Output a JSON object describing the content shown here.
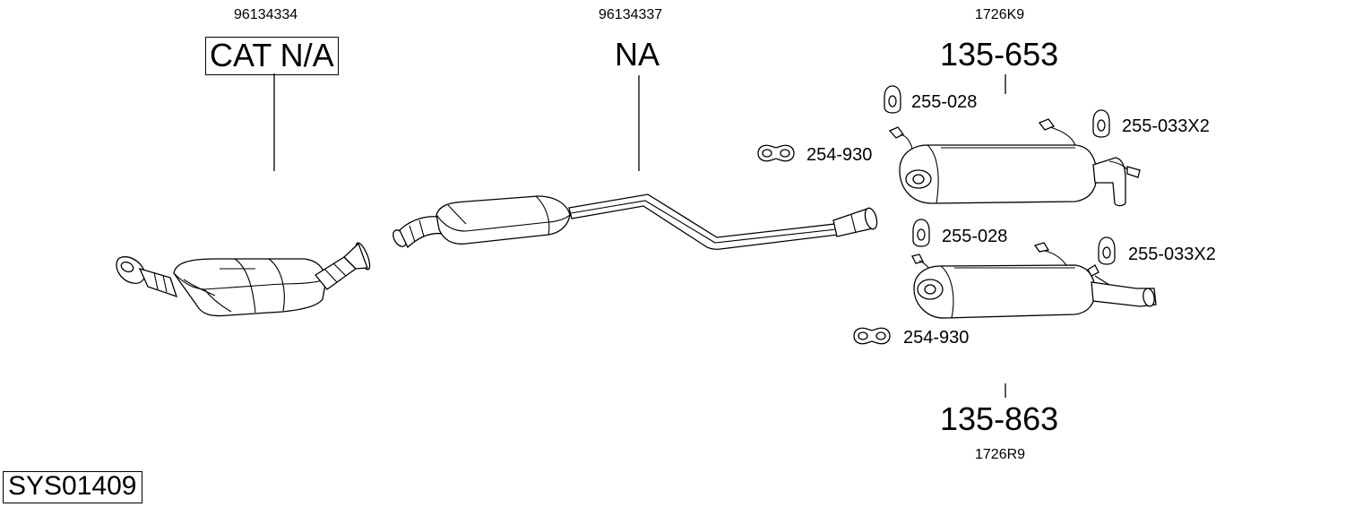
{
  "system_code": "SYS01409",
  "catalytic_converter": {
    "oem_number": "96134334",
    "part_label": "CAT N/A"
  },
  "center_pipe": {
    "oem_number": "96134337",
    "part_label": "NA"
  },
  "rear_silencer_upper": {
    "oem_number": "1726K9",
    "part_number": "135-653",
    "rubber_mount_1": "255-028",
    "rubber_mount_2": "255-033X2",
    "clamp": "254-930"
  },
  "rear_silencer_lower": {
    "oem_number": "1726R9",
    "part_number": "135-863",
    "rubber_mount_1": "255-028",
    "rubber_mount_2": "255-033X2",
    "clamp": "254-930"
  }
}
